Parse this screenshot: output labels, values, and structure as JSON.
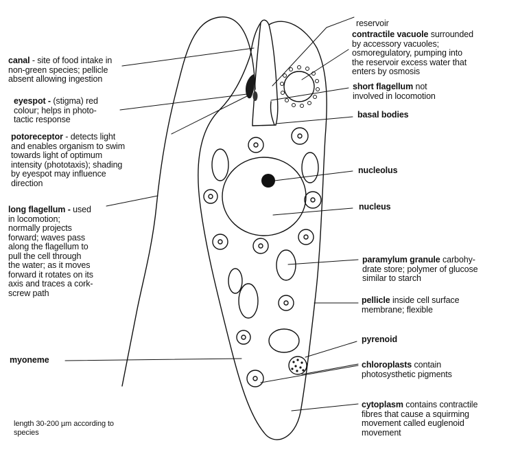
{
  "diagram": {
    "labels": {
      "reservoir": {
        "desc": "reservoir"
      },
      "contractile_vacuole": {
        "term": "contractile vacuole",
        "desc": " surrounded\nby accessory vacuoles;\nosmoregulatory, pumping into\nthe reservoir excess water that\nenters by osmosis"
      },
      "canal": {
        "term": "canal",
        "desc": " - site of food intake in\nnon-green species; pellicle\nabsent allowing ingestion"
      },
      "short_flagellum": {
        "term": "short flagellum",
        "desc": " not\ninvolved in locomotion"
      },
      "eyespot": {
        "term": "eyespot -",
        "desc": " (stigma) red\ncolour; helps in photo-\ntactic response"
      },
      "basal_bodies": {
        "term": "basal bodies",
        "desc": ""
      },
      "photoreceptor": {
        "term": "potoreceptor",
        "desc": " - detects light\nand enables organism to swim\ntowards light of optimum\nintensity (phototaxis); shading\nby eyespot may influence\ndirection"
      },
      "nucleolus": {
        "term": "nucleolus",
        "desc": ""
      },
      "nucleus": {
        "term": "nucleus",
        "desc": ""
      },
      "long_flagellum": {
        "term": "long flagellum -",
        "desc": " used\nin locomotion;\nnormally projects\nforward; waves pass\nalong the flagellum to\npull the cell through\nthe water; as it moves\nforward it rotates on its\naxis and traces a cork-\nscrew path"
      },
      "paramylum": {
        "term": "paramylum granule",
        "desc": " carbohy-\ndrate store; polymer of glucose\nsimilar to starch"
      },
      "pellicle": {
        "term": "pellicle",
        "desc": " inside cell surface\nmembrane; flexible"
      },
      "pyrenoid": {
        "term": "pyrenoid",
        "desc": ""
      },
      "myoneme": {
        "term": "myoneme",
        "desc": ""
      },
      "chloroplasts": {
        "term": "chloroplasts",
        "desc": " contain\nphotosysthetic pigments"
      },
      "cytoplasm": {
        "term": "cytoplasm",
        "desc": " contains contractile\nfibres that cause a squirming\nmovement called euglenoid\nmovement"
      },
      "length_note": {
        "desc": "length 30-200 µm according to\nspecies"
      }
    },
    "colors": {
      "ink": "#111111",
      "eyespot": "#1a1a1a",
      "background": "#ffffff"
    }
  }
}
